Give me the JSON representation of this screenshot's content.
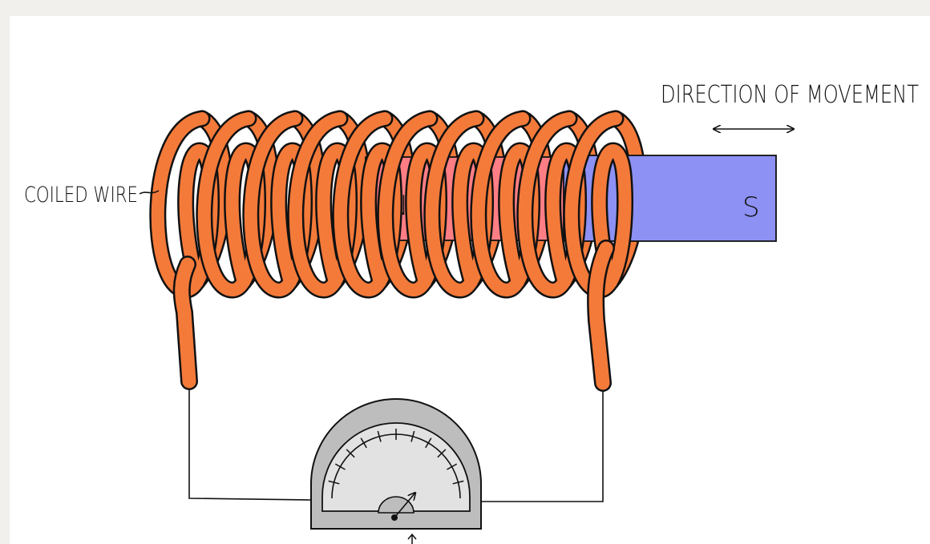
{
  "labels": {
    "direction": "DIRECTION OF MOVEMENT",
    "coil": "COILED WIRE",
    "north": "N",
    "south": "S"
  },
  "colors": {
    "wire": "#f47a3a",
    "outline": "#111111",
    "north_pole": "#ff7e85",
    "south_pole": "#8d91f4",
    "meter_body": "#bdbdbd",
    "meter_face": "#e2e2e2",
    "background": "#f1f0ec"
  },
  "icons": {
    "arrow": "double-headed-arrow-icon",
    "meter": "galvanometer-icon",
    "needle": "needle-arrow-icon"
  }
}
